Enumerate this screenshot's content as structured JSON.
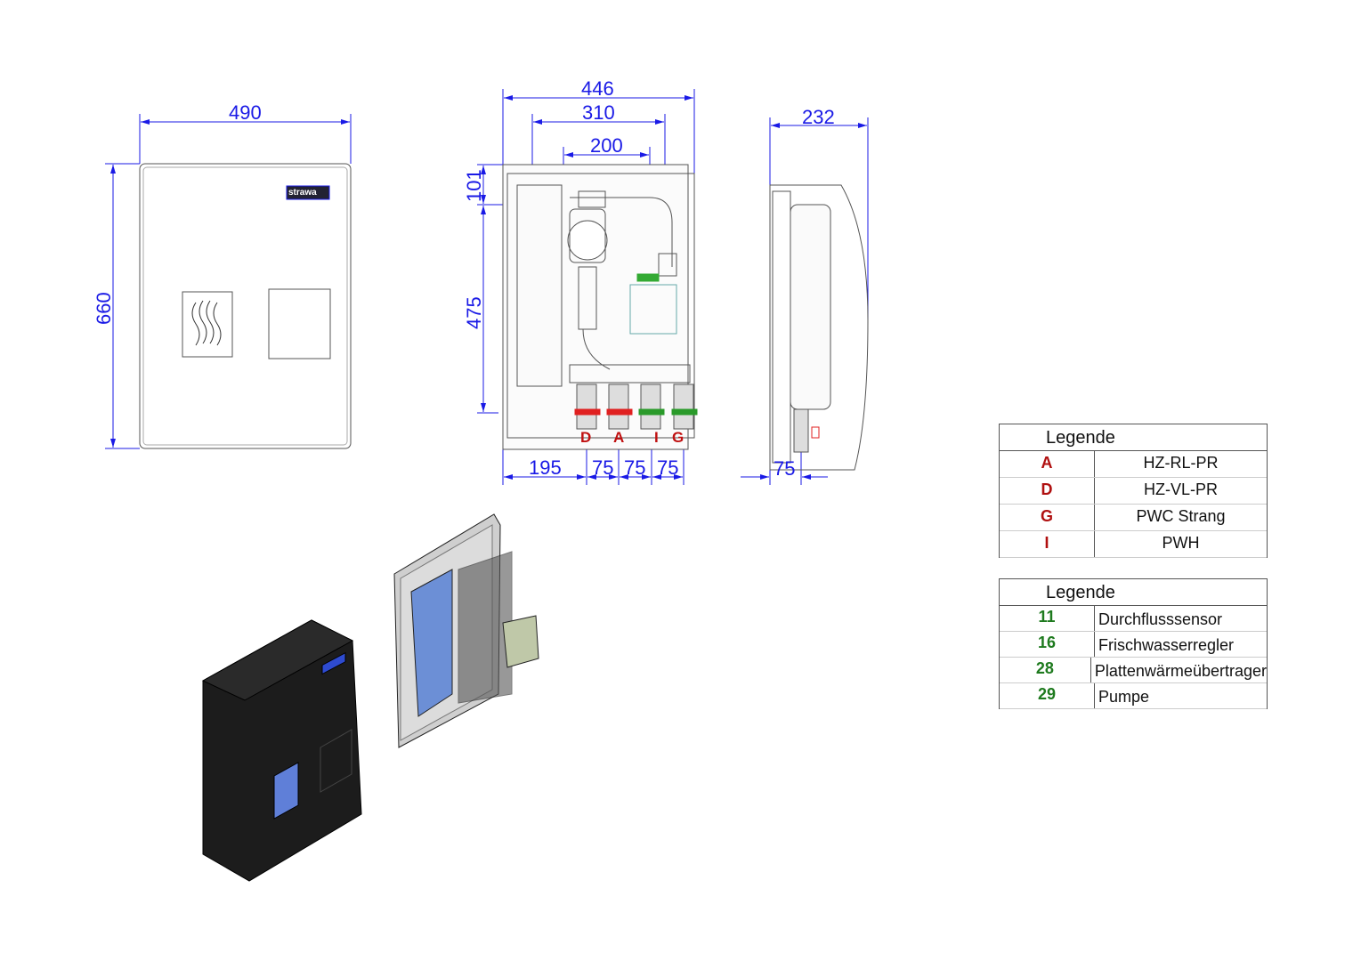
{
  "front_view": {
    "logo": "strawa",
    "width_dim": "490",
    "height_dim": "660"
  },
  "open_view": {
    "dims_top": [
      "446",
      "310",
      "200"
    ],
    "dims_left": [
      "101",
      "475"
    ],
    "dims_bottom": [
      "195",
      "75",
      "75",
      "75"
    ],
    "ports": [
      "D",
      "A",
      "I",
      "G"
    ],
    "colors": {
      "heating_valve": "#e02020",
      "water_valve": "#2a9a2a"
    }
  },
  "side_view": {
    "depth_dim": "232",
    "offset_dim": "75"
  },
  "legend_ports": {
    "title": "Legende",
    "items": [
      {
        "key": "A",
        "label": "HZ-RL-PR"
      },
      {
        "key": "D",
        "label": "HZ-VL-PR"
      },
      {
        "key": "G",
        "label": "PWC Strang"
      },
      {
        "key": "I",
        "label": "PWH"
      }
    ]
  },
  "legend_parts": {
    "title": "Legende",
    "items": [
      {
        "key": "11",
        "label": "Durchflusssensor"
      },
      {
        "key": "16",
        "label": "Frischwasserregler"
      },
      {
        "key": "28",
        "label": "Plattenwärmeübertrager"
      },
      {
        "key": "29",
        "label": "Pumpe"
      }
    ]
  }
}
